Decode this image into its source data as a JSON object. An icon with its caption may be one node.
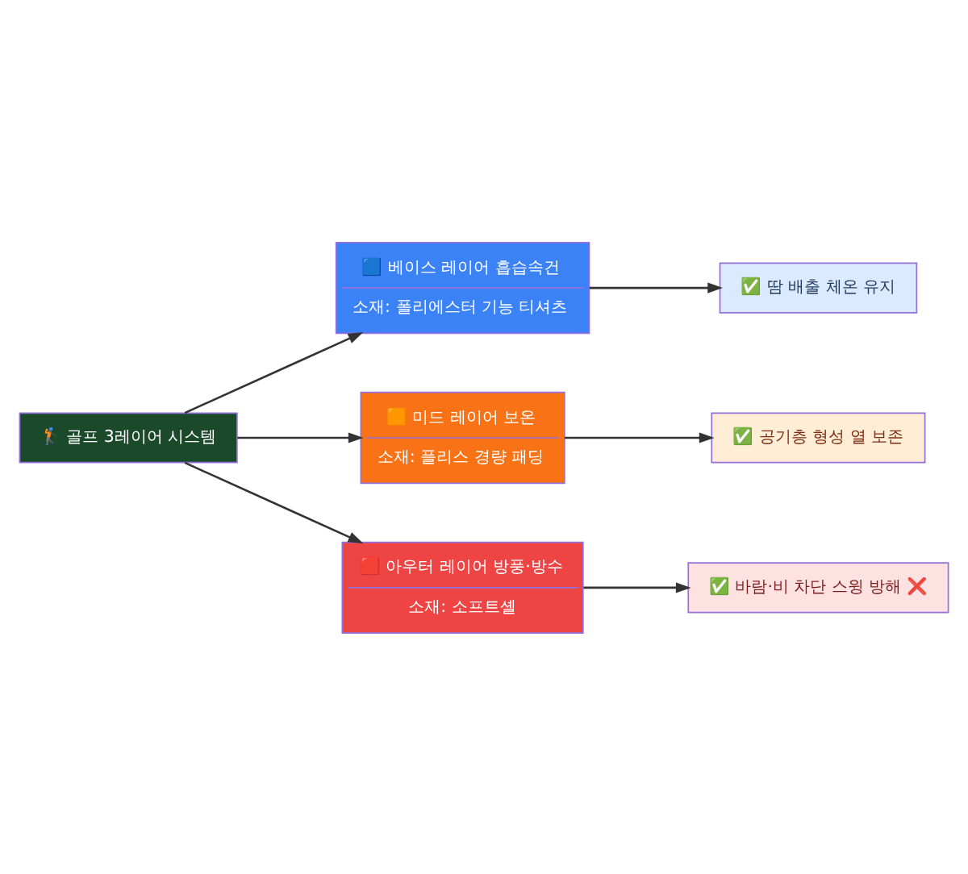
{
  "diagram": {
    "nodes": [
      {
        "text": [
          "🏌 골프 3레이어 시스템"
        ]
      },
      {
        "text": [
          "🟦 베이스 레이어 흡습속건",
          "소재: 폴리에스터 기능 티셔츠"
        ]
      },
      {
        "text": [
          "🟧 미드 레이어 보온",
          "소재: 플리스 경량 패딩"
        ]
      },
      {
        "text": [
          "🟥 아우터 레이어 방풍·방수",
          "소재: 소프트셸"
        ]
      },
      {
        "text": [
          "✅ 땀 배출 체온 유지"
        ]
      },
      {
        "text": [
          "✅ 공기층 형성 열 보존"
        ]
      },
      {
        "text": [
          "✅ 바람·비 차단 스윙 방해 ❌"
        ]
      }
    ],
    "edges": [
      {
        "from": 0,
        "to": 1,
        "arrow": "to"
      },
      {
        "from": 0,
        "to": 2,
        "arrow": "to"
      },
      {
        "from": 0,
        "to": 3,
        "arrow": "to"
      },
      {
        "from": 1,
        "to": 4,
        "arrow": "to"
      },
      {
        "from": 2,
        "to": 5,
        "arrow": "to"
      },
      {
        "from": 3,
        "to": 6,
        "arrow": "to"
      }
    ]
  }
}
